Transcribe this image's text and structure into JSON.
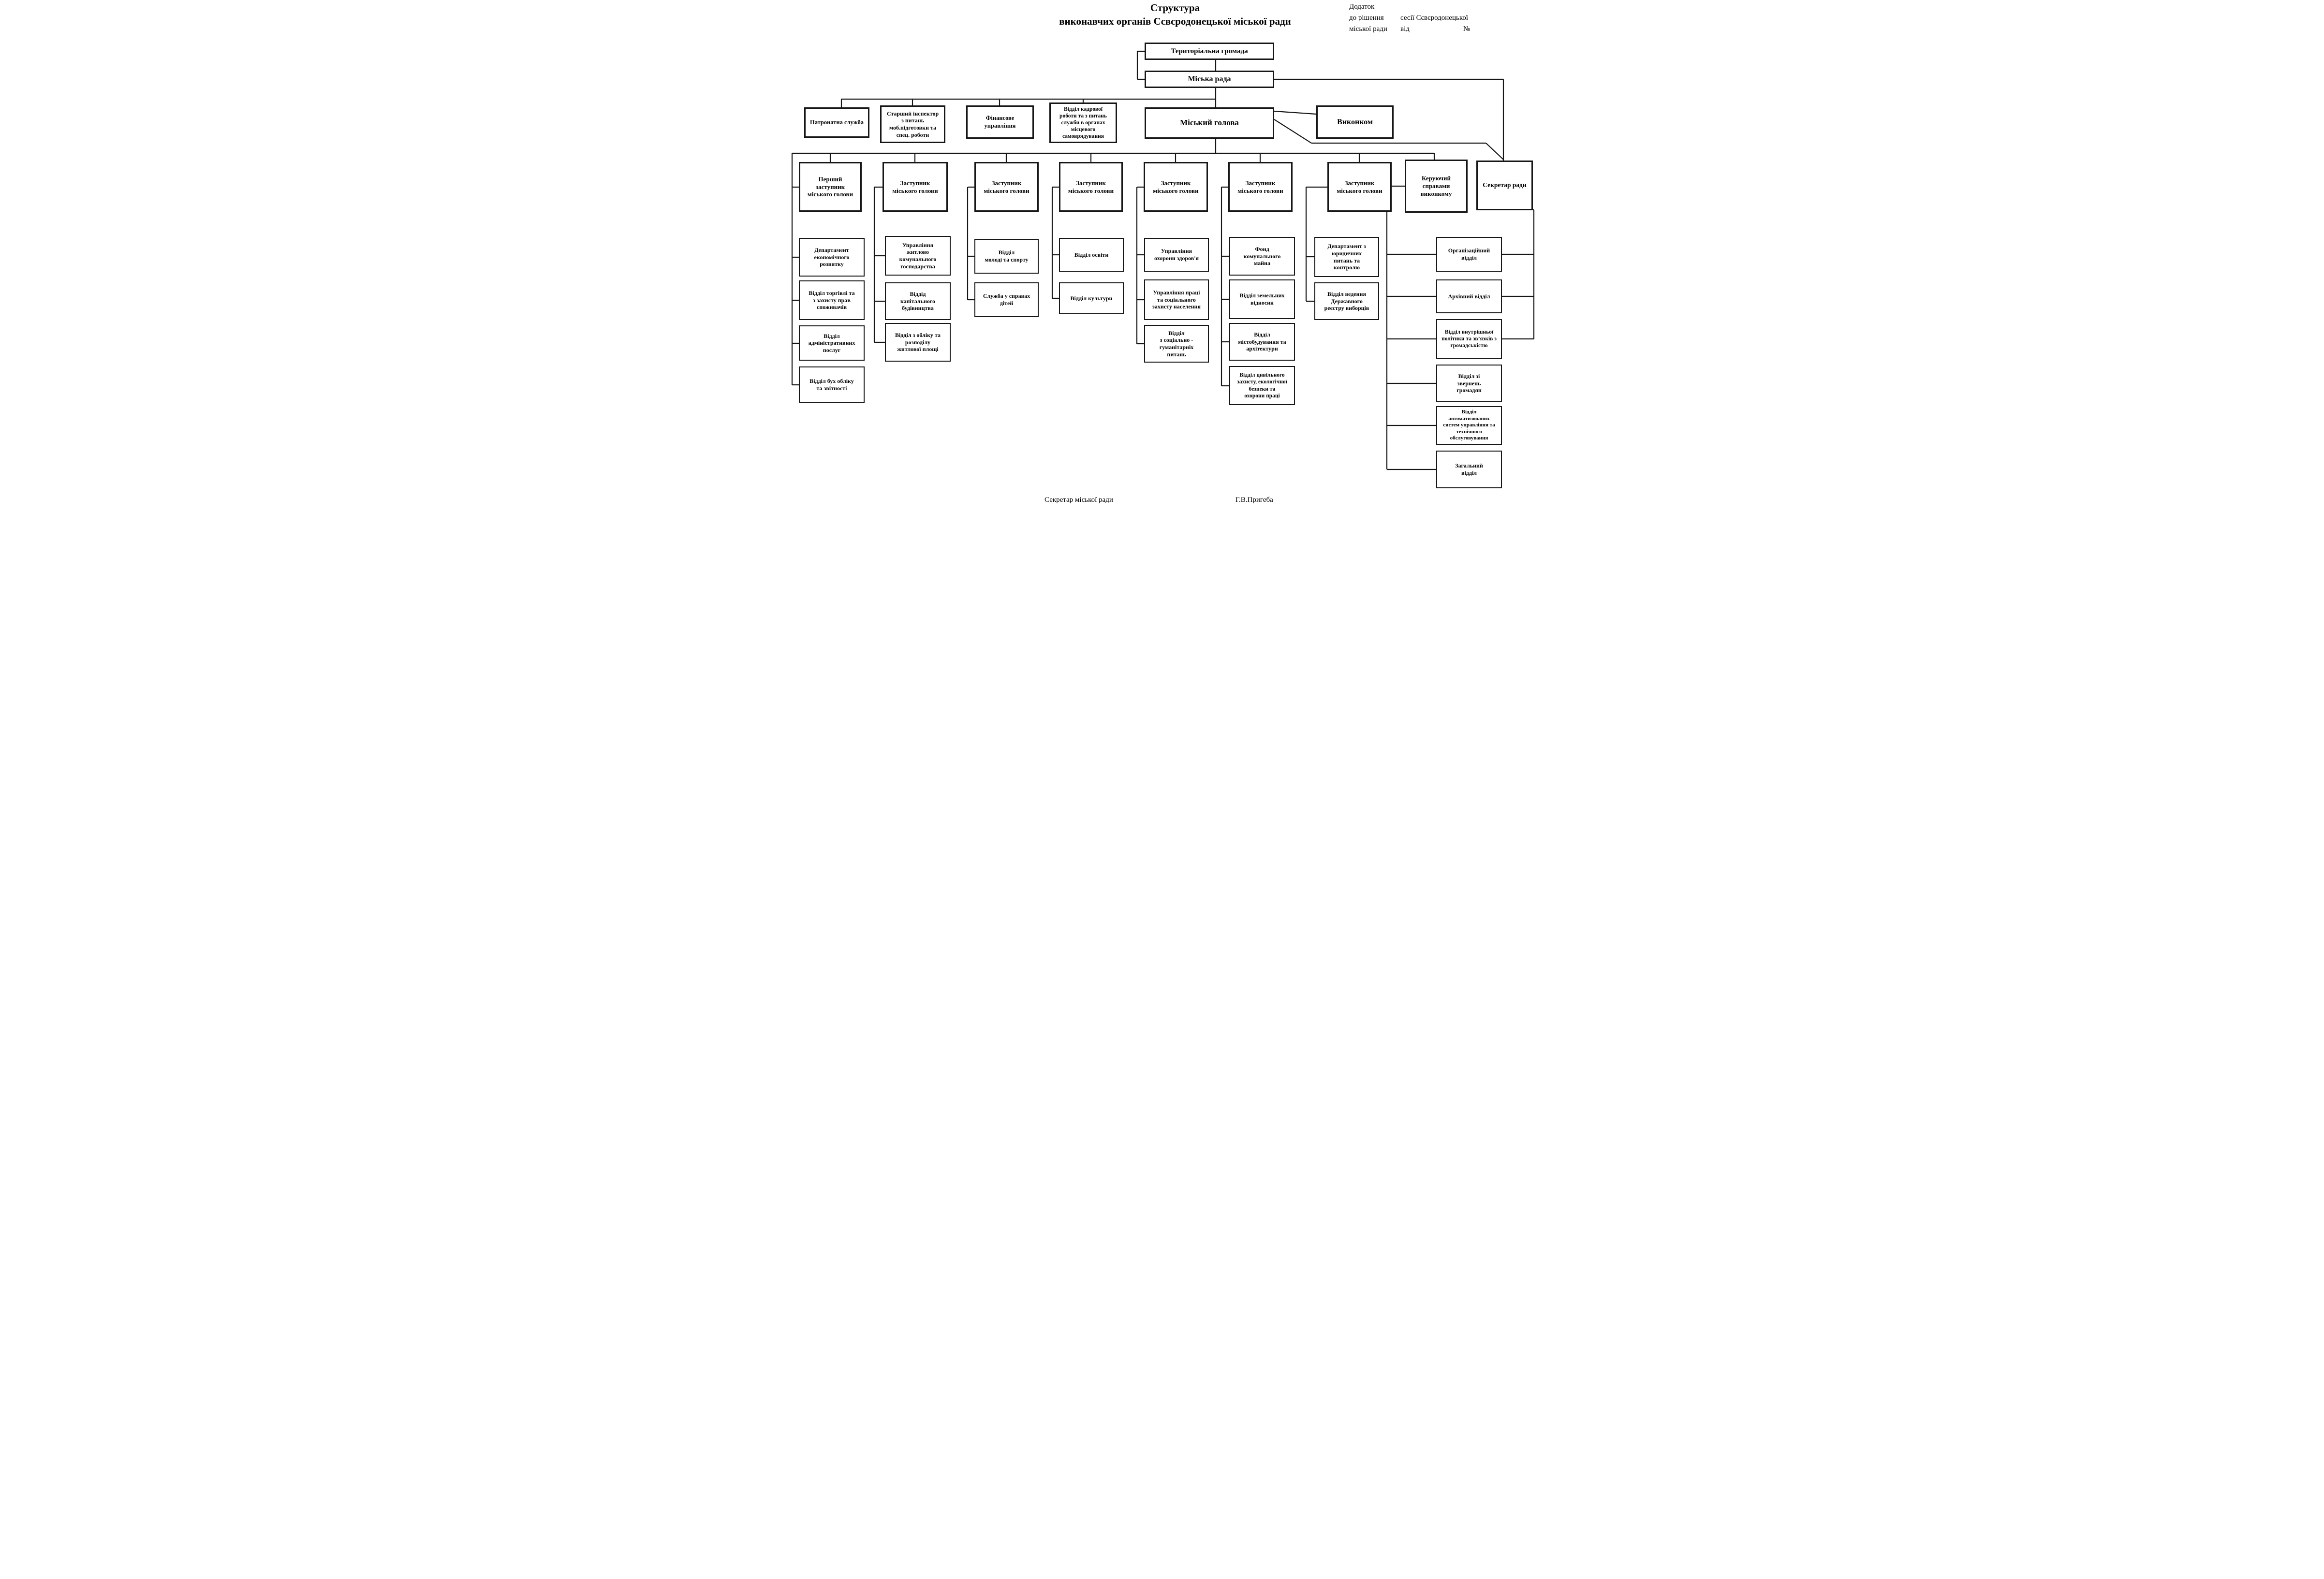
{
  "title": {
    "line1": "Структура",
    "line2": "виконавчих органів Сєвєродонецької міської ради"
  },
  "appendix": {
    "line1": "Додаток",
    "line2_left": "до рішення",
    "line2_right": "сесії Сєвєродонецької",
    "line3_left": "міської ради",
    "line3_mid": "від",
    "line3_right": "№"
  },
  "org": {
    "territorial_community": "Територіальна громада",
    "city_council": "Міська рада",
    "mayor": "Міський голова",
    "executive_committee": "Виконком",
    "staff_units": [
      "Патронатна служба",
      "Старший інспектор\nз питань\nмоб.підготовки та\nспец. роботи",
      "Фінансове\nуправління",
      "Відділ кадрової\nроботи та з питань\nслужби в органах\nмісцевого\nсамоврядування"
    ],
    "deputies": [
      "Перший\nзаступник\nміського голови",
      "Заступник\nміського голови",
      "Заступник\nміського голови",
      "Заступник\nміського голови",
      "Заступник\nміського голови",
      "Заступник\nміського голови",
      "Заступник\nміського голови",
      "Керуючий\nсправами\nвиконкому",
      "Секретар ради"
    ],
    "columns": [
      [
        "Департамент\nекономічного\nрозвитку",
        "Відділ торгівлі та\nз захисту прав\nспоживачів",
        "Відділ\nадміністративних\nпослуг",
        "Відділ бух обліку\nта звітності"
      ],
      [
        "Управління\nжитлово\nкомунального\nгосподарства",
        "Віддід\nкапітального\nбудівництва",
        "Відділ з обліку та\nрозподілу\nжитлової площі"
      ],
      [
        "Відділ\nмолоді  та спорту",
        "Служба у справах\nдітей"
      ],
      [
        "Відділ освіти",
        "Відділ культури"
      ],
      [
        "Управління\nохорони здоров'я",
        "Управління праці\nта соціального\nзахисту населення",
        "Відділ\nз соціально -\nгуманітарніх\nпитань"
      ],
      [
        "Фонд\nкомунального\nмайна",
        "Відділ земельних\nвідносин",
        "Відділ\nмістобудування та\nархітектури",
        "Відділ цивільного\nзахисту, екологічної\nбезпеки та\nохорони праці"
      ],
      [
        "Департамент з\nюридичних\nпитань та\nконтролю",
        "Відділ ведення\nДержавного\nреєстру виборців"
      ],
      [
        "Організаційний\nвідділ",
        "Архівний відділ",
        "Відділ внутрішньої\nполітики та зв’язків з\nгромадськістю",
        "Відділ зі\nзвернень\nгромадян",
        "Відділ\nавтоматизованих\nсистем управління та\nтехнічного\nобслуговування",
        "Загальний\nвідділ"
      ]
    ]
  },
  "footer": {
    "signature_role": "Секретар міської ради",
    "signature_name": "Г.В.Пригеба"
  },
  "colors": {
    "background": "#ffffff",
    "line": "#161616",
    "box_border": "#161616",
    "text": "#000000"
  }
}
